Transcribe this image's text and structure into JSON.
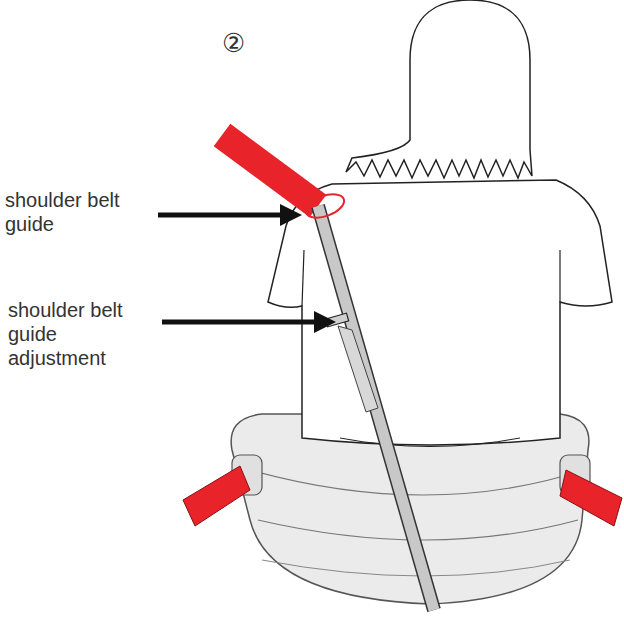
{
  "diagram": {
    "labels": [
      "②",
      "shoulder belt guide",
      "shoulder belt guide adjustment"
    ]
  }
}
